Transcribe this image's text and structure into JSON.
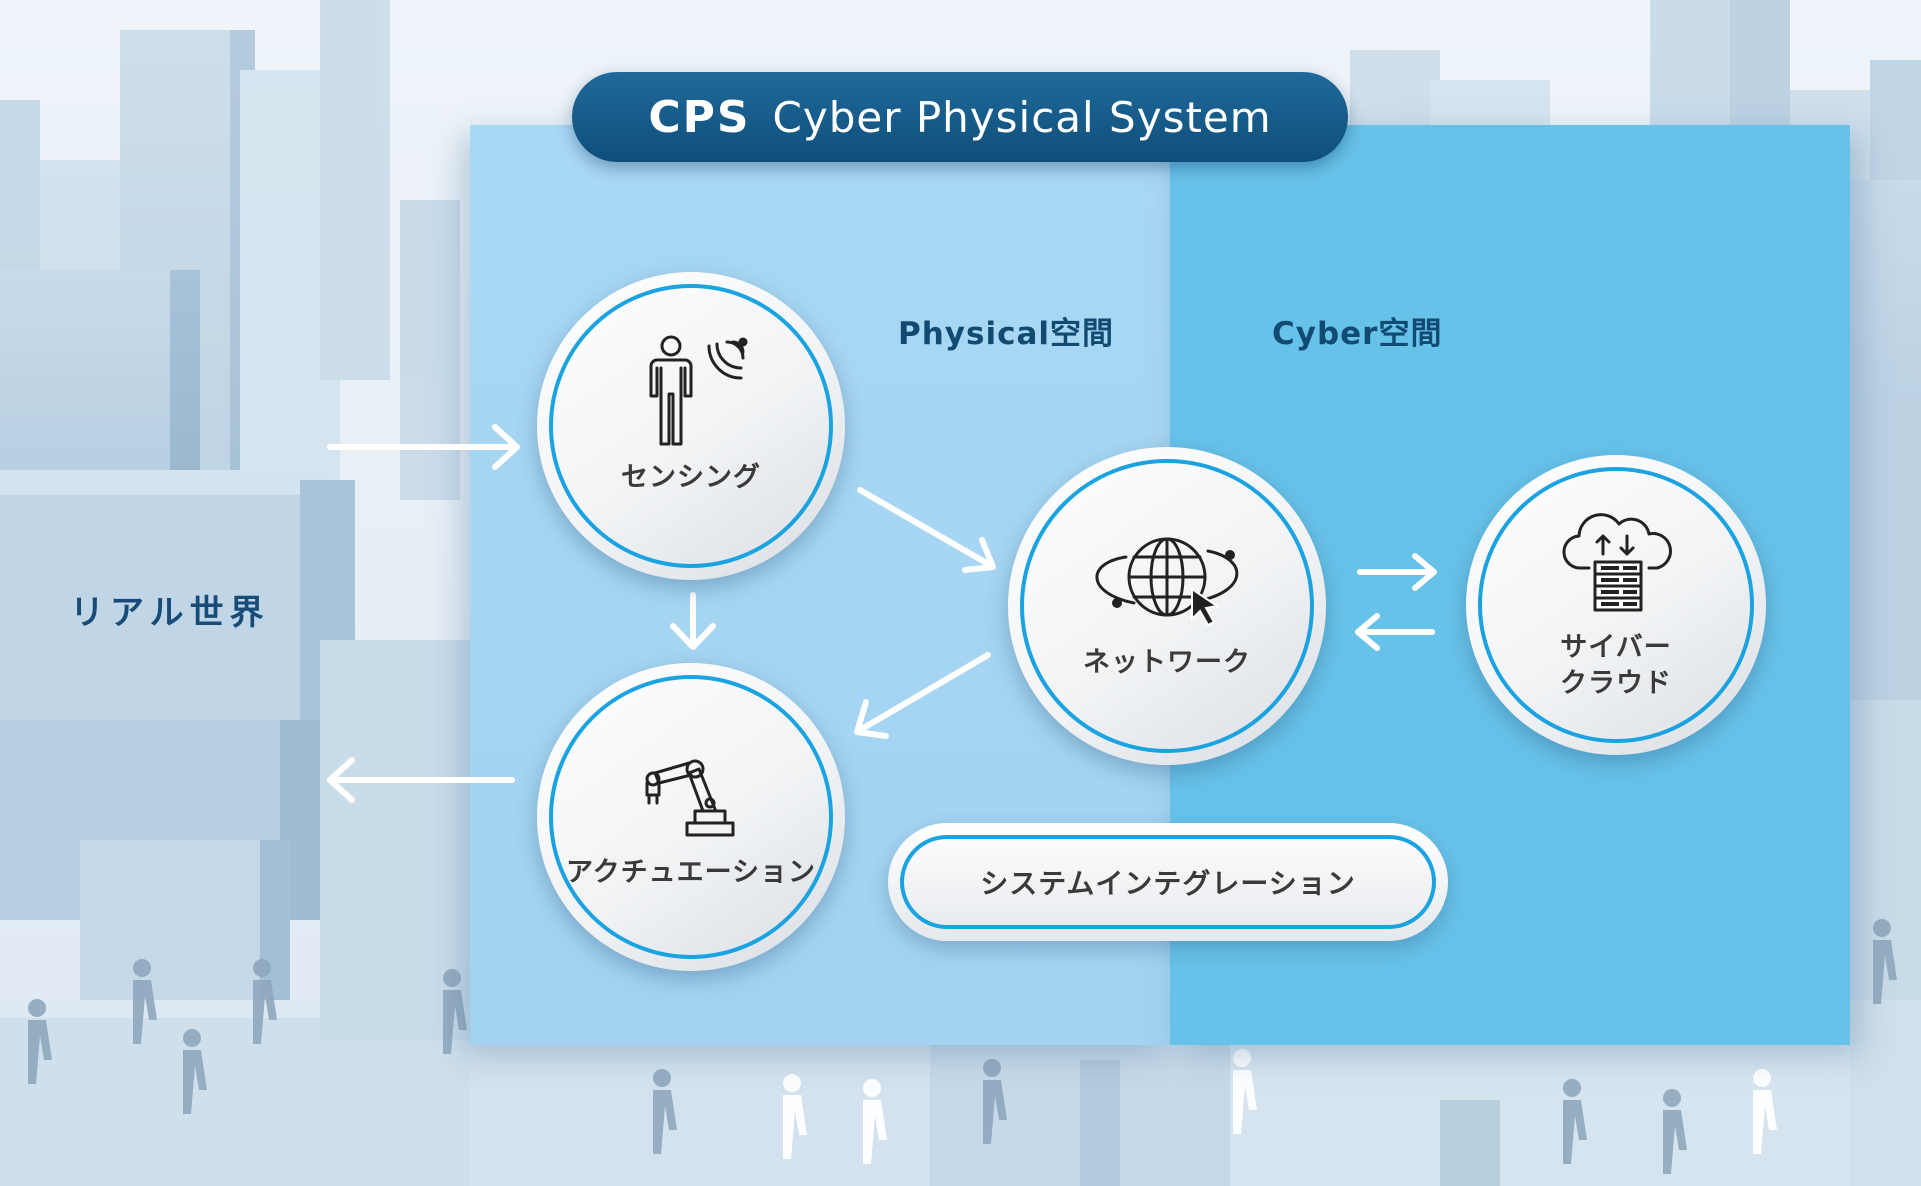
{
  "title": {
    "abbr": "CPS",
    "full": "Cyber Physical System"
  },
  "spaces": {
    "physical": "Physical空間",
    "cyber": "Cyber空間"
  },
  "real_world": "リアル世界",
  "nodes": {
    "sensing": "センシング",
    "actuation": "アクチュエーション",
    "network": "ネットワーク",
    "cloud_line1": "サイバー",
    "cloud_line2": "クラウド"
  },
  "integration": "システムインテグレーション",
  "colors": {
    "physical_panel": "#a9d8f4",
    "cyber_panel": "#67c2e9",
    "title_pill": "#14598a",
    "ring": "#1aa3e0",
    "label_dark": "#124b72"
  },
  "icons": {
    "sensing": "person-with-signal-icon",
    "actuation": "robot-arm-icon",
    "network": "globe-cursor-icon",
    "cloud": "cloud-server-icon"
  }
}
